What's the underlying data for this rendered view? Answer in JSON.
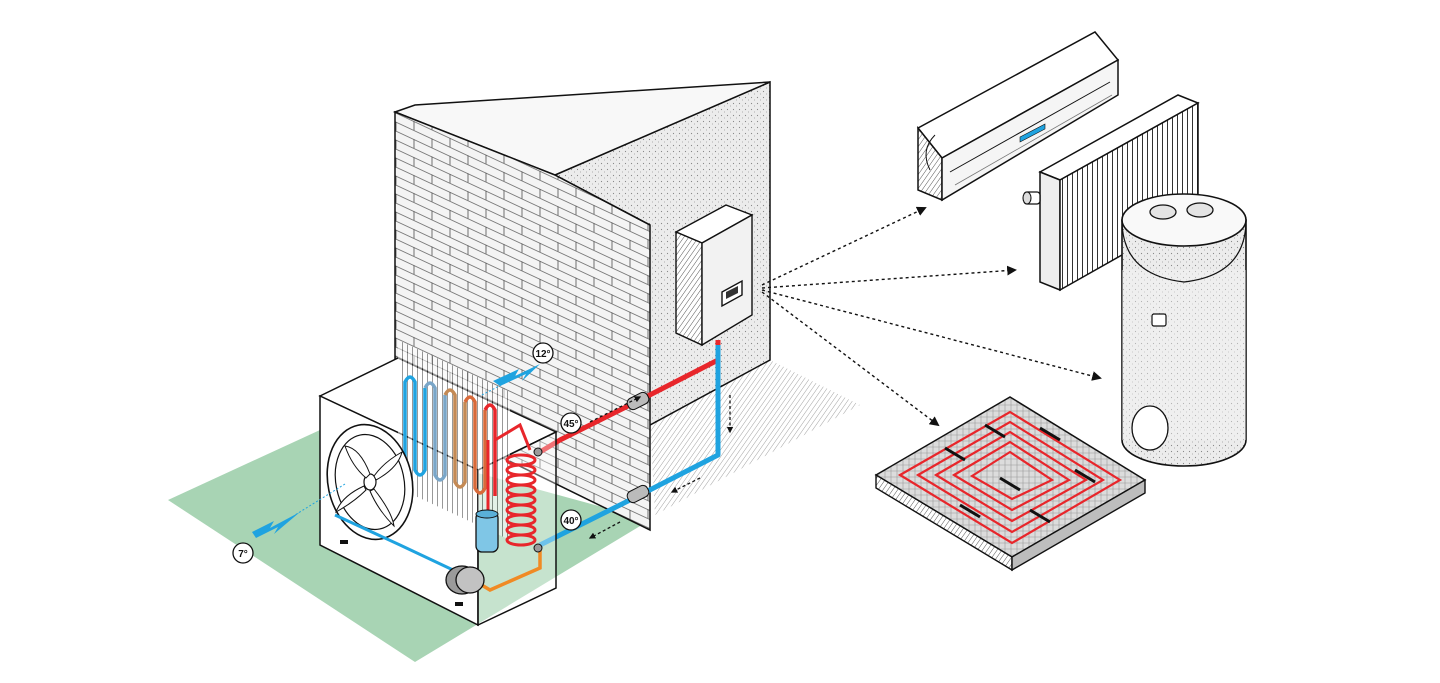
{
  "colors": {
    "ground": "#a8d4b4",
    "hot_pipe": "#e8262b",
    "cold_pipe": "#1fa3e0",
    "orange_pipe": "#f08a24",
    "copper_coil": "#c48a55",
    "outline": "#111111",
    "wall_face": "#f4f4f4",
    "concrete": "#e9e9e9",
    "shadow": "#d2d2d2"
  },
  "labels": {
    "indoor_temp": "12°",
    "supply_temp": "45°",
    "return_temp": "40°",
    "outdoor_temp": "7°"
  },
  "icons": [
    "fan-icon",
    "air-flow-arrow-icon",
    "control-unit-icon",
    "split-ac-icon",
    "radiator-icon",
    "water-tank-icon",
    "underfloor-heating-icon",
    "compressor-icon",
    "condenser-coil-icon"
  ]
}
